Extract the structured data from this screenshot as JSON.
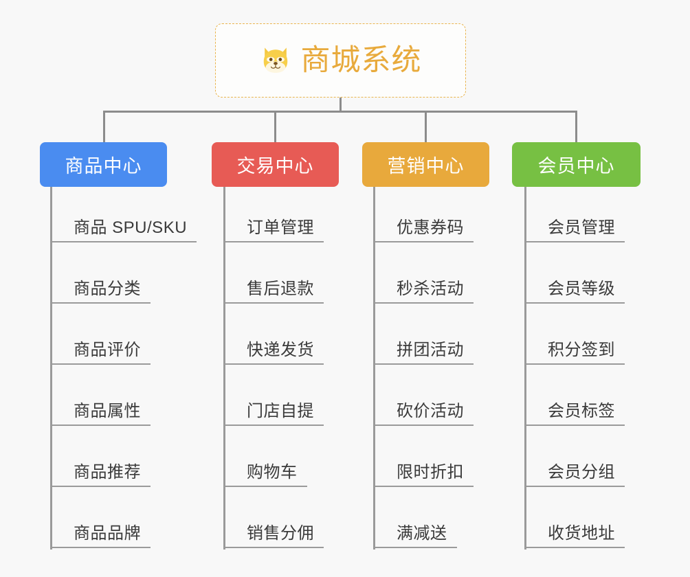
{
  "page": {
    "background_color": "#f8f8f8",
    "connector_color": "#8c8c8c",
    "leaf_text_color": "#3a3a3a"
  },
  "root": {
    "title": "商城系统",
    "icon": "shiba-dog-face-emoji",
    "title_color": "#e8aa3c",
    "border_color": "#e9b44c",
    "border_style": "dashed"
  },
  "columns": [
    {
      "id": "product-center",
      "title": "商品中心",
      "color": "#4a8cf0",
      "items": [
        "商品 SPU/SKU",
        "商品分类",
        "商品评价",
        "商品属性",
        "商品推荐",
        "商品品牌"
      ]
    },
    {
      "id": "trade-center",
      "title": "交易中心",
      "color": "#e75b55",
      "items": [
        "订单管理",
        "售后退款",
        "快递发货",
        "门店自提",
        "购物车",
        "销售分佣"
      ]
    },
    {
      "id": "marketing-center",
      "title": "营销中心",
      "color": "#e8a93c",
      "items": [
        "优惠券码",
        "秒杀活动",
        "拼团活动",
        "砍价活动",
        "限时折扣",
        "满减送"
      ]
    },
    {
      "id": "member-center",
      "title": "会员中心",
      "color": "#77c043",
      "items": [
        "会员管理",
        "会员等级",
        "积分签到",
        "会员标签",
        "会员分组",
        "收货地址"
      ]
    }
  ]
}
